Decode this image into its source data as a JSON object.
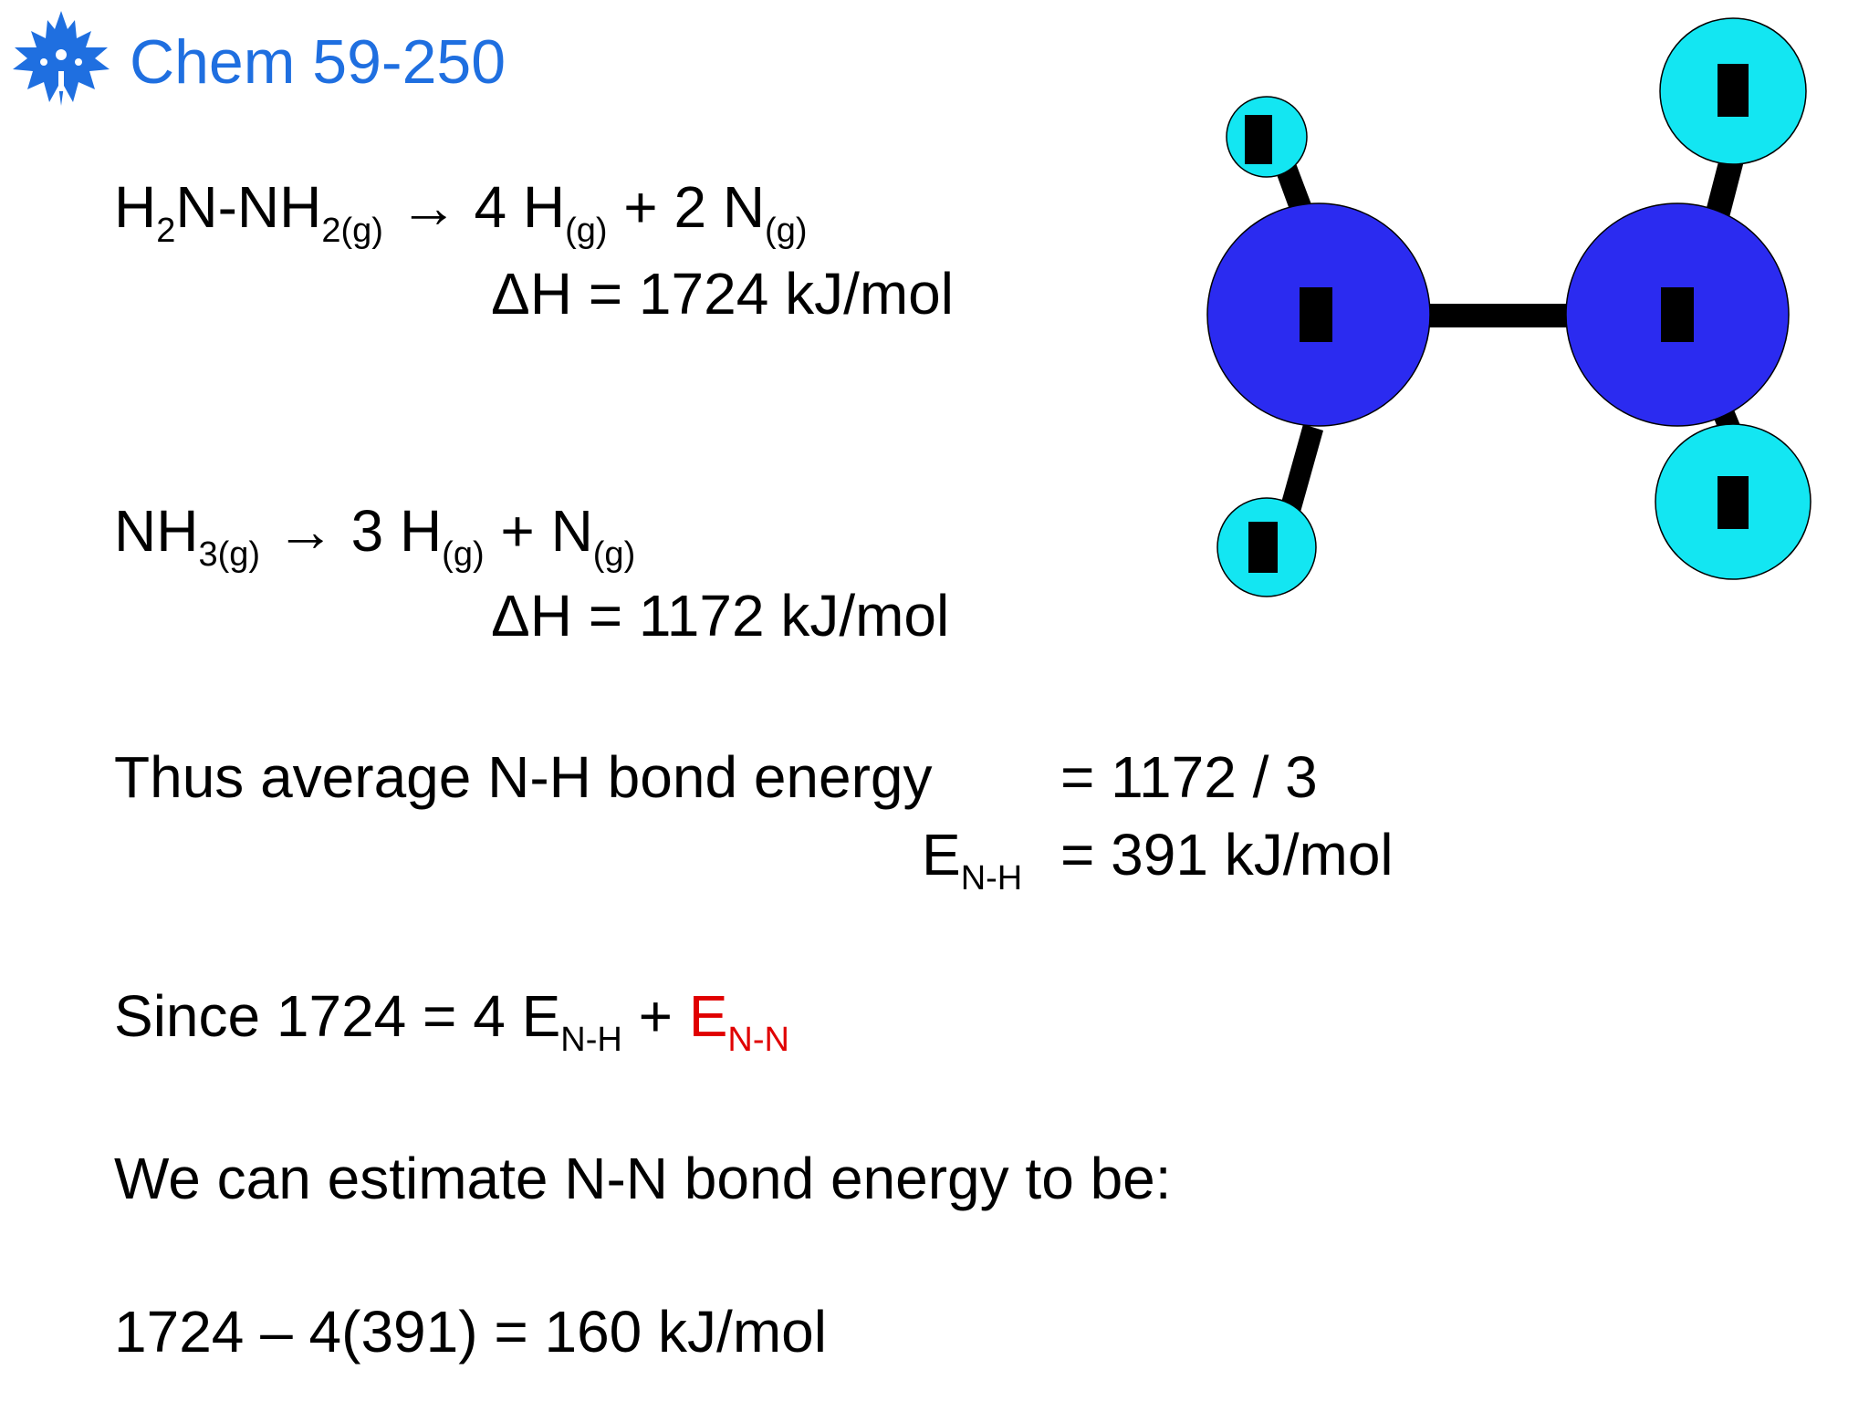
{
  "header": {
    "logo": "maple-leaf-logo",
    "title": "Chem 59-250"
  },
  "equations": {
    "hydrazine": {
      "reactant": "H",
      "reactant_sub1": "2",
      "reactant_mid": "N-NH",
      "reactant_sub2": "2(g)",
      "arrow": "→",
      "product1": "4 H",
      "product1_sub": "(g)",
      "plus": "+",
      "product2": "2 N",
      "product2_sub": "(g)",
      "dh_label": "ΔH",
      "dh_value": "= 1724 kJ/mol"
    },
    "ammonia": {
      "reactant": "NH",
      "reactant_sub": "3(g)",
      "arrow": "→",
      "product1": "3 H",
      "product1_sub": "(g)",
      "plus": "+",
      "product2": "N",
      "product2_sub": "(g)",
      "dh_label": "ΔH",
      "dh_value": "= 1172 kJ/mol"
    }
  },
  "average": {
    "text": "Thus average N-H bond energy",
    "value": "= 1172 / 3",
    "symbol": "E",
    "symbol_sub": "N-H",
    "result": "= 391 kJ/mol"
  },
  "since": {
    "text": "Since 1724 = 4 E",
    "nh_sub": "N-H",
    "plus": "+",
    "nn_symbol": "E",
    "nn_sub": "N-N"
  },
  "estimate": {
    "text": "We can estimate N-N bond energy to be:"
  },
  "result": {
    "text": "1724 – 4(391) = 160 kJ/mol"
  },
  "molecule": {
    "name": "hydrazine-ball-and-stick",
    "nitrogen_color": "#2b2bf0",
    "hydrogen_color": "#13e6f2",
    "bond_color": "#000000"
  },
  "colors": {
    "title": "#1f6fe0",
    "highlight": "#e00000"
  }
}
